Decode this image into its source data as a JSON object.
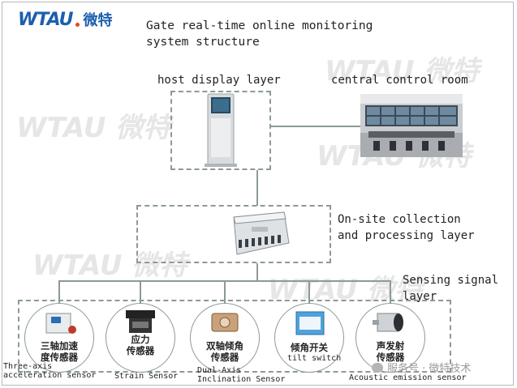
{
  "logo": {
    "en": "WTAU",
    "cn": "微特"
  },
  "title": {
    "line1": "Gate real-time online monitoring",
    "line2": "system structure"
  },
  "layers": {
    "host": "host display layer",
    "control_room": "central control room",
    "collection_line1": "On-site collection",
    "collection_line2": "and processing layer",
    "sensing_line1": "Sensing signal",
    "sensing_line2": "layer"
  },
  "sensors": [
    {
      "cn_line1": "三轴加速",
      "cn_line2": "度传感器",
      "en_line1": "Three-axis",
      "en_line2": "acceleration sensor"
    },
    {
      "cn_line1": "应力",
      "cn_line2": "传感器",
      "en_line1": "Strain Sensor",
      "en_line2": ""
    },
    {
      "cn_line1": "双轴倾角",
      "cn_line2": "传感器",
      "en_line1": "Dual-Axis",
      "en_line2": "Inclination Sensor"
    },
    {
      "cn_line1": "倾角开关",
      "cn_line2": "",
      "en_line1": "tilt switch",
      "en_line2": ""
    },
    {
      "cn_line1": "声发射",
      "cn_line2": "传感器",
      "en_line1": "Acoustic emission sensor",
      "en_line2": ""
    }
  ],
  "footer": "服务号 · 微特技术",
  "colors": {
    "brand": "#1b5fae",
    "accent": "#e04a1f",
    "connector": "#8c9a94"
  }
}
